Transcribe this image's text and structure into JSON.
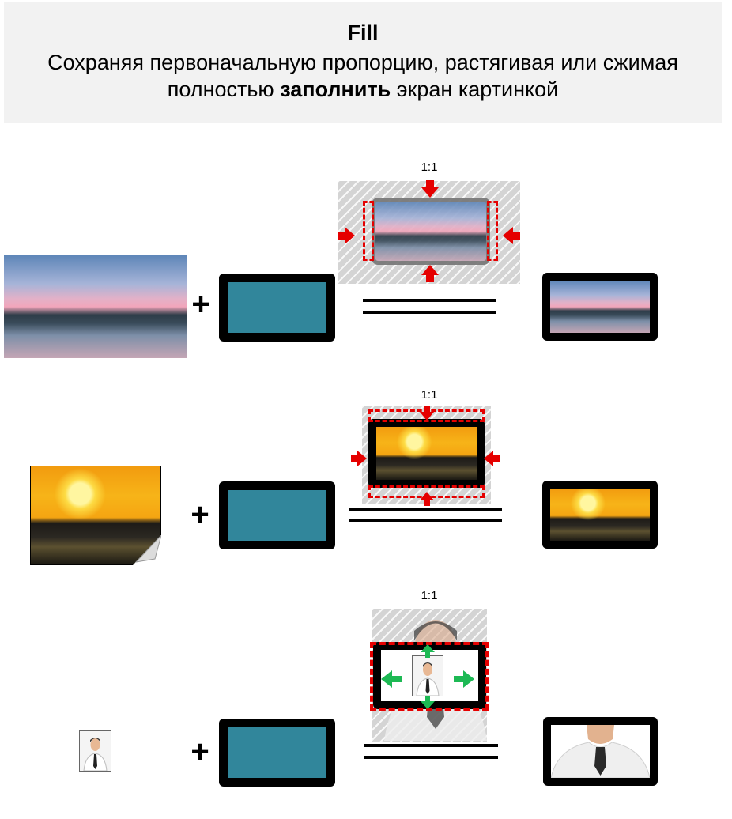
{
  "header": {
    "title": "Fill",
    "line1": "Сохраняя первоначальную пропорцию, растягивая или сжимая",
    "line2_before": "полностью ",
    "line2_bold": "заполнить",
    "line2_after": " экран картинкой"
  },
  "rows": [
    {
      "ratio": "1:1",
      "plus": "+",
      "source": "city-panorama-image",
      "arrows": "inward"
    },
    {
      "ratio": "1:1",
      "plus": "+",
      "source": "sunset-image",
      "arrows": "inward"
    },
    {
      "ratio": "1:1",
      "plus": "+",
      "source": "person-icon-image",
      "arrows": "outward"
    }
  ],
  "colors": {
    "screen_fill": "#31869b",
    "frame": "#000000",
    "arrow_shrink": "#e50000",
    "arrow_grow": "#1db954",
    "header_bg": "#f2f2f2"
  }
}
